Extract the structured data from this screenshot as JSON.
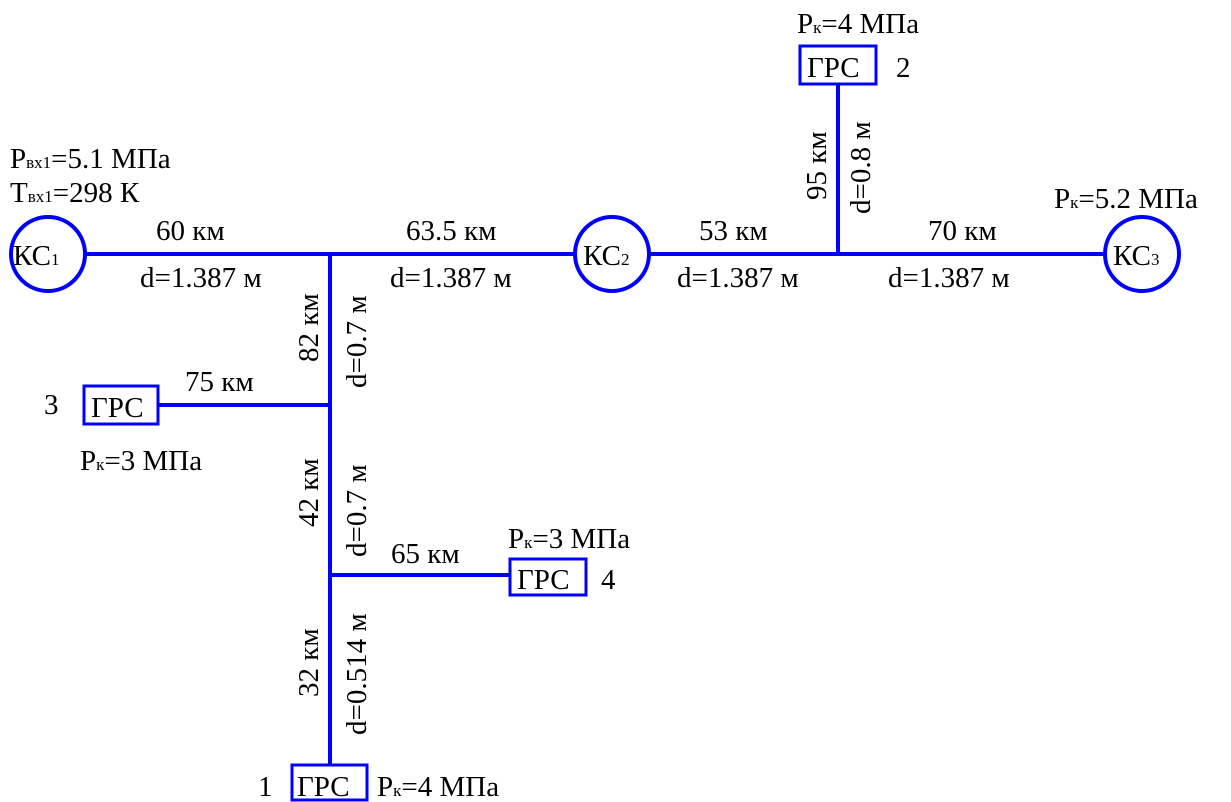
{
  "colors": {
    "pipe": "#0000ff",
    "text": "#000000",
    "background": "#ffffff"
  },
  "inlet": {
    "pressure_symbol": "P",
    "pressure_sub": "вх1",
    "pressure_value": "=5.1 МПа",
    "temperature_symbol": "T",
    "temperature_sub": "вх1",
    "temperature_value": "=298 К"
  },
  "stations": {
    "ks1": {
      "main": "КС",
      "sub": "1"
    },
    "ks2": {
      "main": "КС",
      "sub": "2"
    },
    "ks3": {
      "main": "КС",
      "sub": "3",
      "pressure_symbol": "P",
      "pressure_sub": "к",
      "pressure_value": "=5.2 МПа"
    }
  },
  "grs": [
    {
      "id": "1",
      "label": "ГРС",
      "number": "1",
      "pressure_symbol": "P",
      "pressure_sub": "к",
      "pressure_value": "=4 МПа"
    },
    {
      "id": "2",
      "label": "ГРС",
      "number": "2",
      "pressure_symbol": "P",
      "pressure_sub": "к",
      "pressure_value": "=4 МПа"
    },
    {
      "id": "3",
      "label": "ГРС",
      "number": "3",
      "pressure_symbol": "P",
      "pressure_sub": "к",
      "pressure_value": "=3 МПа"
    },
    {
      "id": "4",
      "label": "ГРС",
      "number": "4",
      "pressure_symbol": "P",
      "pressure_sub": "к",
      "pressure_value": "=3 МПа"
    }
  ],
  "segments": {
    "ks1_j1": {
      "length": "60 км",
      "diameter": "d=1.387 м"
    },
    "j1_ks2": {
      "length": "63.5 км",
      "diameter": "d=1.387 м"
    },
    "ks2_j2": {
      "length": "53 км",
      "diameter": "d=1.387 м"
    },
    "j2_ks3": {
      "length": "70 км",
      "diameter": "d=1.387 м"
    },
    "j2_grs2": {
      "length": "95 км",
      "diameter": "d=0.8 м"
    },
    "j1_j3": {
      "length": "82 км",
      "diameter": "d=0.7 м"
    },
    "j3_grs3": {
      "length": "75 км"
    },
    "j3_j4": {
      "length": "42 км",
      "diameter": "d=0.7 м"
    },
    "j4_grs4": {
      "length": "65 км"
    },
    "j4_grs1": {
      "length": "32 км",
      "diameter": "d=0.514 м"
    }
  }
}
